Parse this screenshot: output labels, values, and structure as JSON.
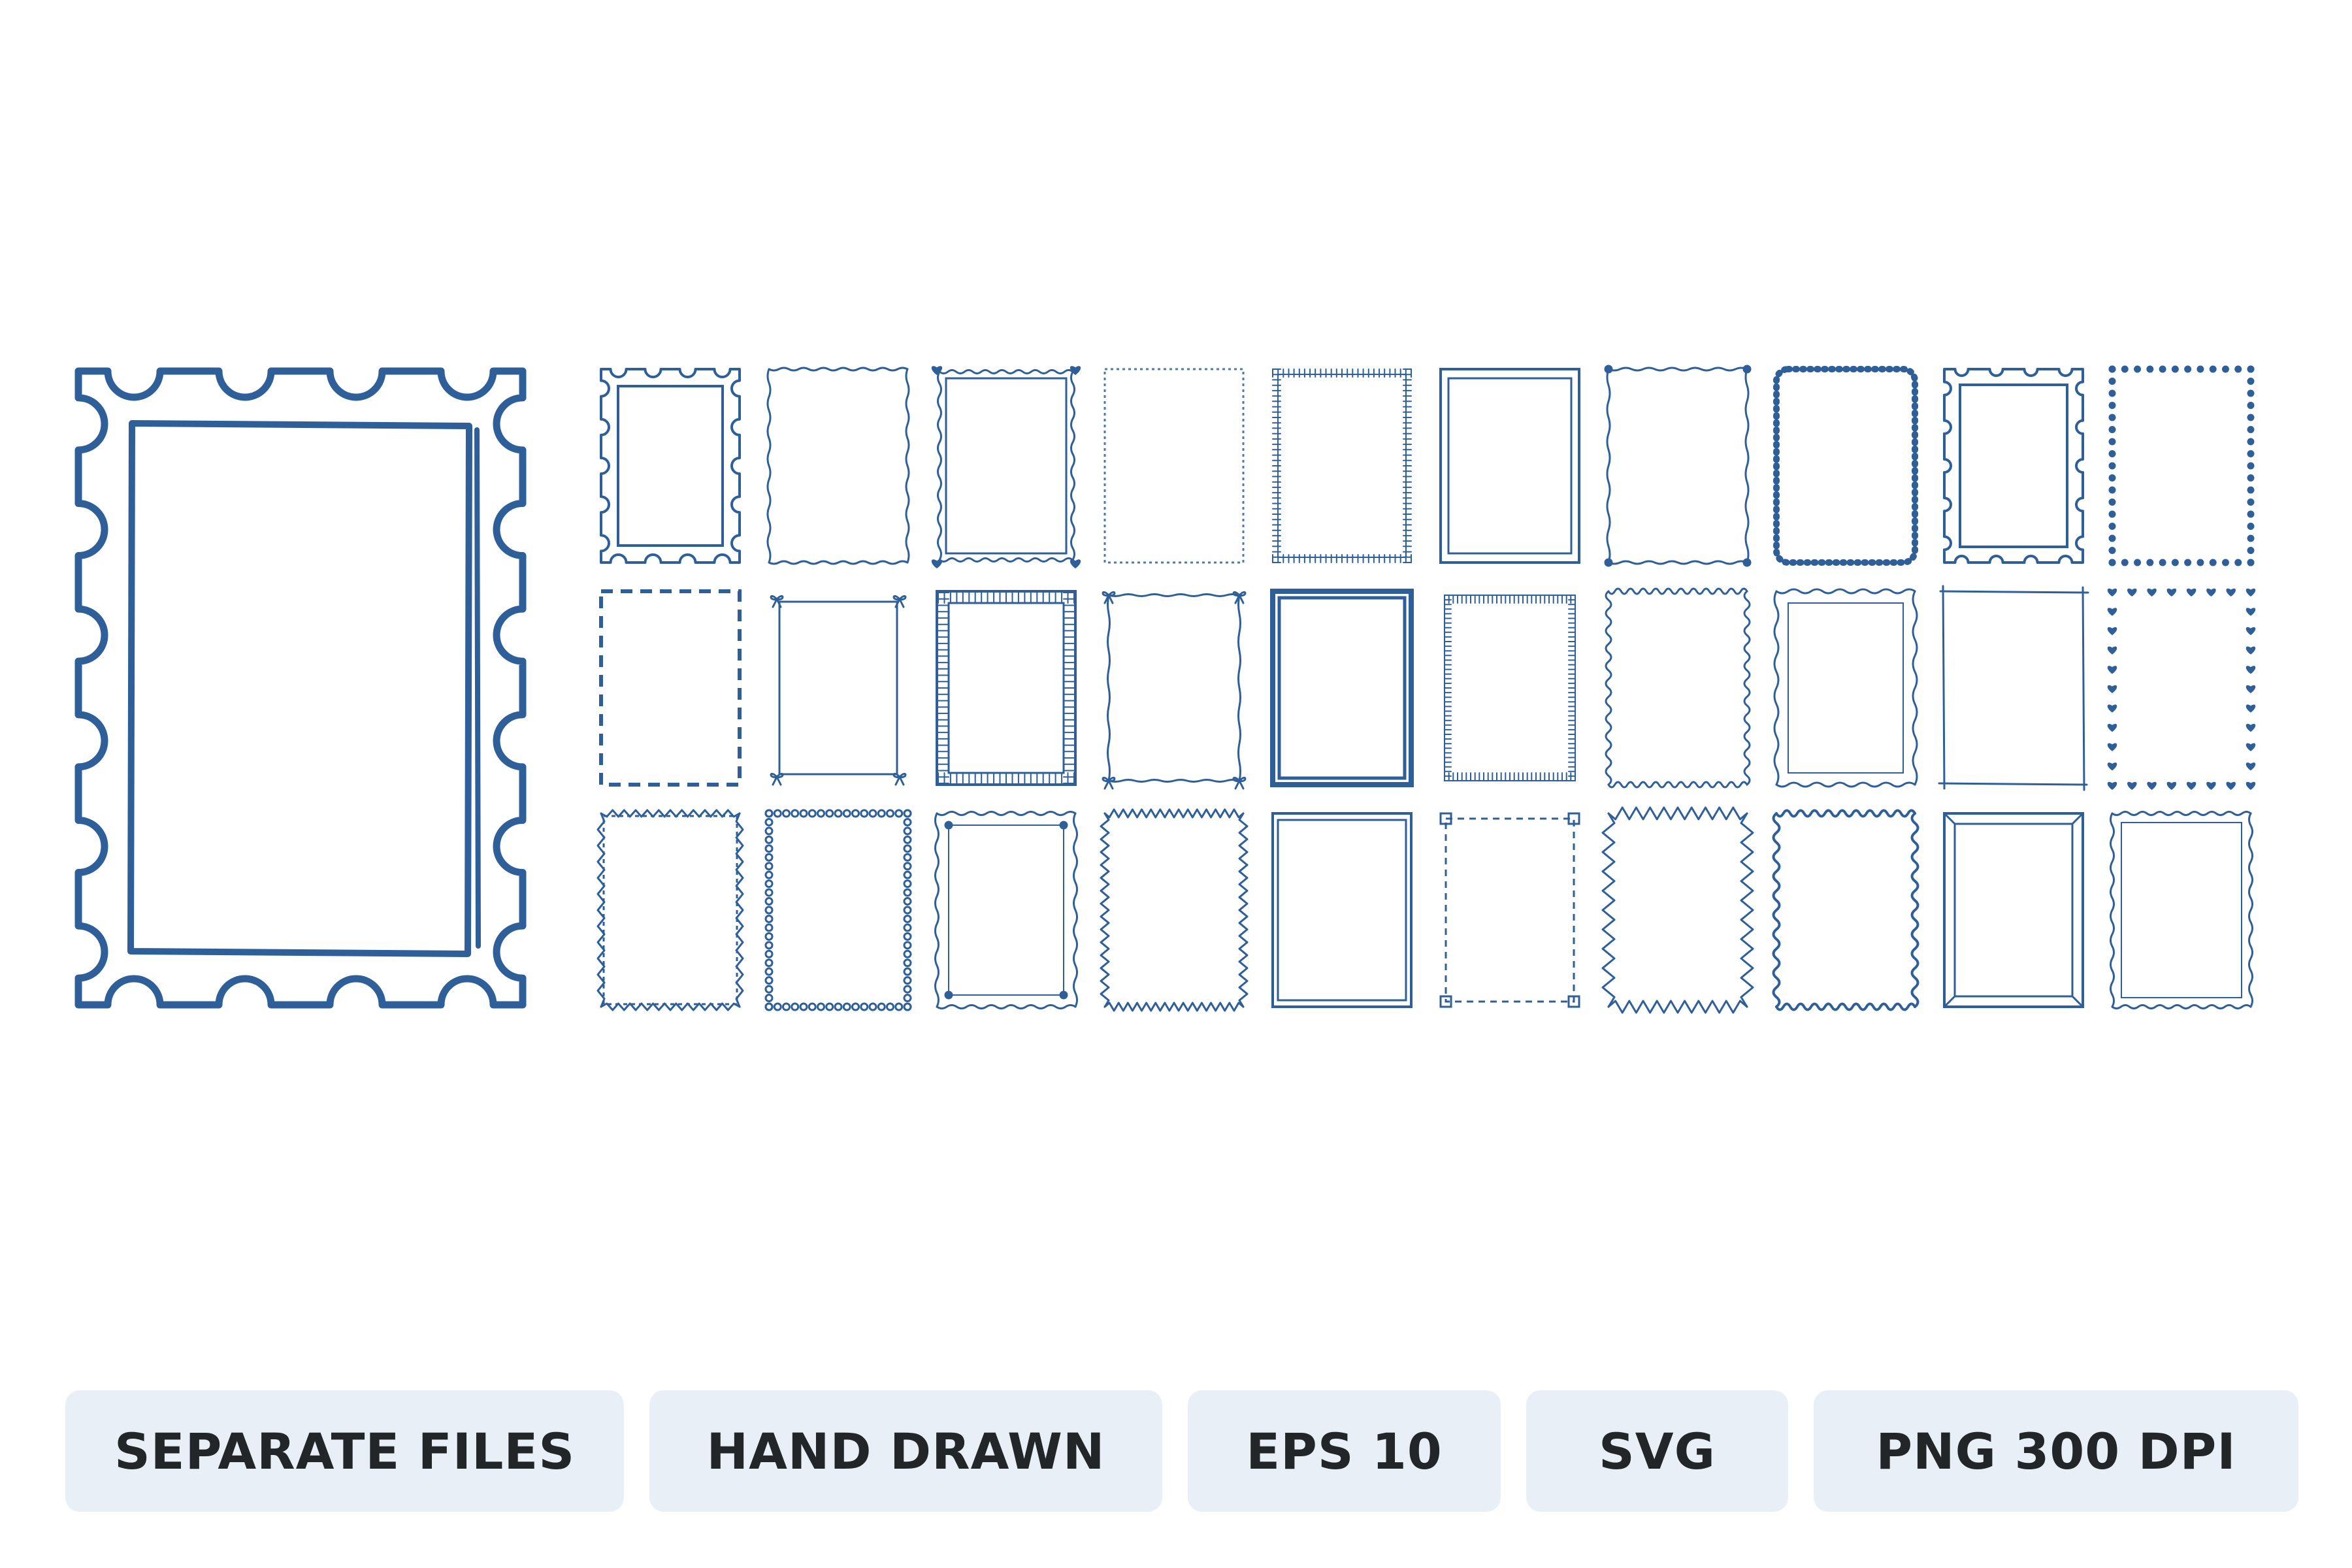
{
  "colors": {
    "frame_ink": "#2e5f99",
    "frame_ink_light": "#4a78b0",
    "badge_background": "#e9eff7",
    "badge_text": "#232628",
    "page_background": "#ffffff"
  },
  "featured_frame": {
    "style": "postage-stamp"
  },
  "frame_grid": {
    "rows": [
      [
        "postage-stamp",
        "wavy-thin",
        "wavy-hearts-corner",
        "dotted-light",
        "fringe",
        "double-line",
        "wavy-corner-dots",
        "dashes-bold",
        "stamp-inner-rect",
        "dots"
      ],
      [
        "dashed-bold",
        "bows-corner",
        "hatched-thick",
        "ribbons-corner",
        "bold-double",
        "fringe-vertical",
        "loops",
        "wavy-double",
        "sketch-overshoot",
        "hearts"
      ],
      [
        "triangles",
        "beads",
        "scalloped-dots-corner",
        "zigzag",
        "double-box",
        "dashed-square-corner",
        "zigzag-wild",
        "loops-bold",
        "beveled",
        "scalloped"
      ]
    ]
  },
  "badges": [
    {
      "label": "SEPARATE FILES"
    },
    {
      "label": "HAND DRAWN"
    },
    {
      "label": "EPS 10"
    },
    {
      "label": "SVG"
    },
    {
      "label": "PNG 300 DPI"
    }
  ]
}
